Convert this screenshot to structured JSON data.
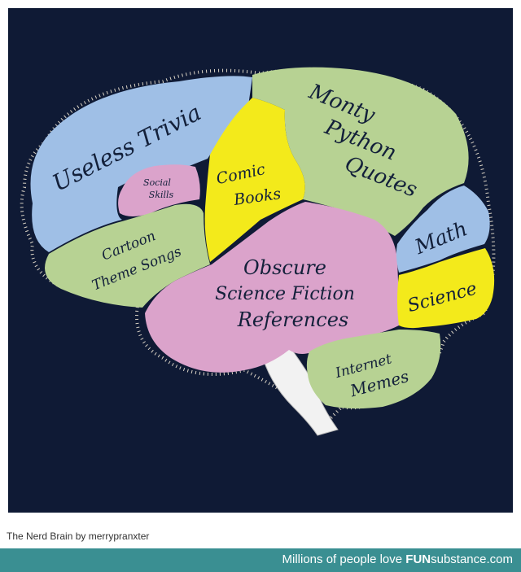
{
  "colors": {
    "background": "#0f1a35",
    "blue": "#9fbfe6",
    "green": "#b7d293",
    "yellow": "#f3ea1b",
    "pink": "#dba3cb",
    "stem": "#f2f2f2",
    "text": "#13203a",
    "footer": "#3a8f92"
  },
  "regions": {
    "useless_trivia": "Useless Trivia",
    "social_skills_1": "Social",
    "social_skills_2": "Skills",
    "comic_books_1": "Comic",
    "comic_books_2": "Books",
    "monty_1": "Monty",
    "monty_2": "Python",
    "monty_3": "Quotes",
    "cartoon_1": "Cartoon",
    "cartoon_2": "Theme Songs",
    "obscure_1": "Obscure",
    "obscure_2": "Science Fiction",
    "obscure_3": "References",
    "math": "Math",
    "science": "Science",
    "memes_1": "Internet",
    "memes_2": "Memes"
  },
  "caption": "The Nerd Brain by merrypranxter",
  "footer": {
    "text": "Millions of people love ",
    "brand_bold": "FUN",
    "brand_rest": "substance.com"
  }
}
